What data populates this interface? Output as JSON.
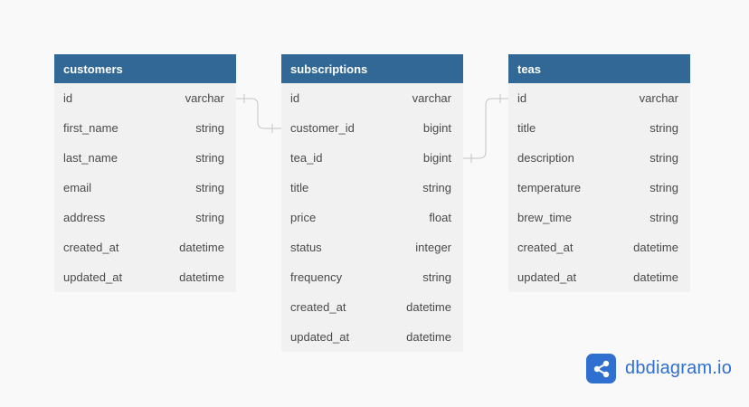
{
  "tables": [
    {
      "id": "customers",
      "name": "customers",
      "columns": [
        {
          "name": "id",
          "type": "varchar"
        },
        {
          "name": "first_name",
          "type": "string"
        },
        {
          "name": "last_name",
          "type": "string"
        },
        {
          "name": "email",
          "type": "string"
        },
        {
          "name": "address",
          "type": "string"
        },
        {
          "name": "created_at",
          "type": "datetime"
        },
        {
          "name": "updated_at",
          "type": "datetime"
        }
      ]
    },
    {
      "id": "subscriptions",
      "name": "subscriptions",
      "columns": [
        {
          "name": "id",
          "type": "varchar"
        },
        {
          "name": "customer_id",
          "type": "bigint"
        },
        {
          "name": "tea_id",
          "type": "bigint"
        },
        {
          "name": "title",
          "type": "string"
        },
        {
          "name": "price",
          "type": "float"
        },
        {
          "name": "status",
          "type": "integer"
        },
        {
          "name": "frequency",
          "type": "string"
        },
        {
          "name": "created_at",
          "type": "datetime"
        },
        {
          "name": "updated_at",
          "type": "datetime"
        }
      ]
    },
    {
      "id": "teas",
      "name": "teas",
      "columns": [
        {
          "name": "id",
          "type": "varchar"
        },
        {
          "name": "title",
          "type": "string"
        },
        {
          "name": "description",
          "type": "string"
        },
        {
          "name": "temperature",
          "type": "string"
        },
        {
          "name": "brew_time",
          "type": "string"
        },
        {
          "name": "created_at",
          "type": "datetime"
        },
        {
          "name": "updated_at",
          "type": "datetime"
        }
      ]
    }
  ],
  "relationships": [
    {
      "from": "customers.id",
      "to": "subscriptions.customer_id",
      "type": "one-to-one"
    },
    {
      "from": "subscriptions.tea_id",
      "to": "teas.id",
      "type": "one-to-one"
    }
  ],
  "brand": {
    "text": "dbdiagram.io",
    "color": "#2f6fd0",
    "icon": "share-nodes-icon"
  },
  "colors": {
    "header": "#316896",
    "body": "#f1f1f1",
    "background": "#f9f9f9",
    "connector": "#c4c4c4"
  }
}
